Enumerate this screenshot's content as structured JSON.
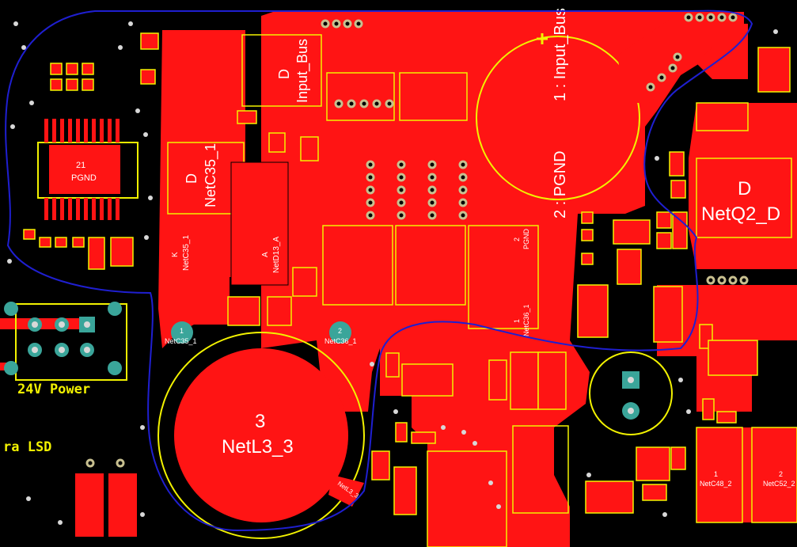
{
  "colors": {
    "copper": "#ff1414",
    "background": "#000000",
    "silkscreen": "#f2f200",
    "outline": "#1f1fd0",
    "via": "#d8d8b0",
    "pad_green": "#3aa59a"
  },
  "labels": {
    "input_bus_pad": "D\nInput_Bus",
    "input_bus_pad_line1": "D",
    "input_bus_pad_line2": "Input_Bus",
    "cap_top_pin": "1 : Input_Bus",
    "cap_bottom_pin": "2 : PGND",
    "netc35_pad_line1": "D",
    "netc35_pad_line2": "NetC35_1",
    "k_netc35_line1": "K",
    "k_netc35_line2": "NetC35_1",
    "a_netd13_line1": "A",
    "a_netd13_line2": "NetD13_A",
    "pgnd_small_line1": "2",
    "pgnd_small_line2": "PGND",
    "netc36_small_line1": "1",
    "netc36_small_line2": "NetC36_1",
    "netq2_line1": "D",
    "netq2_line2": "NetQ2_D",
    "ic_pin": "21",
    "ic_pgnd": "PGND",
    "pad_netc35_num": "1",
    "pad_netc35_name": "NetC35_1",
    "pad_netc36_num": "2",
    "pad_netc36_name": "NetC36_1",
    "inductor_num": "3",
    "inductor_name": "NetL3_3",
    "inductor_tab": "NetL3_3",
    "netc48_line1": "1",
    "netc48_line2": "NetC48_2",
    "netc52_line1": "2",
    "netc52_line2": "NetC52_2",
    "silk_power": "24V Power",
    "silk_lsd": "ra LSD"
  }
}
